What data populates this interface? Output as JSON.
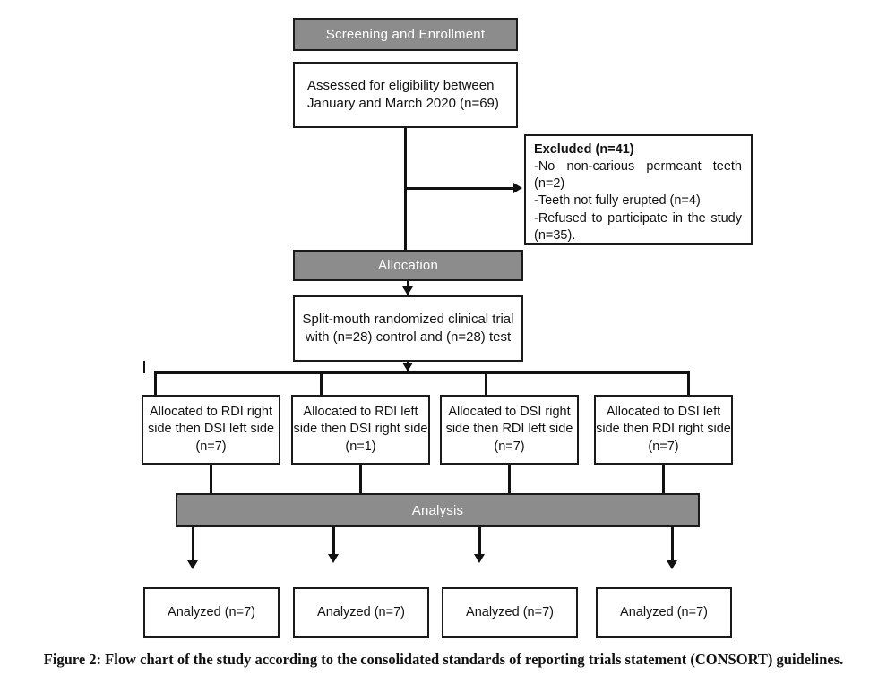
{
  "figure": {
    "caption": "Figure 2: Flow chart of the study according to the consolidated standards of reporting trials statement (CONSORT) guidelines.",
    "colors": {
      "band_fill": "#8c8c8c",
      "band_text": "#ffffff",
      "line": "#111111",
      "box_border": "#1a1a1a",
      "box_fill": "#ffffff"
    }
  },
  "bands": {
    "screening": "Screening and Enrollment",
    "allocation": "Allocation",
    "analysis": "Analysis"
  },
  "boxes": {
    "eligibility": "Assessed for eligibility between January and March 2020 (n=69)",
    "excluded": {
      "heading": "Excluded (n=41)",
      "reasons": [
        "-No non-carious permeant teeth (n=2)",
        "-Teeth not fully erupted (n=4)",
        "-Refused to participate in the study (n=35)."
      ]
    },
    "split_mouth": "Split-mouth randomized clinical trial with (n=28) control and (n=28) test"
  },
  "allocation_arms": [
    {
      "label": "Allocated to RDI right side then DSI left side (n=7)",
      "n": 7
    },
    {
      "label": "Allocated to RDI left side then DSI right side (n=1)",
      "n": 1
    },
    {
      "label": "Allocated to DSI right side then RDI left side (n=7)",
      "n": 7
    },
    {
      "label": "Allocated to DSI left side then RDI right side (n=7)",
      "n": 7
    }
  ],
  "analyzed_arms": [
    {
      "label": "Analyzed (n=7)",
      "n": 7
    },
    {
      "label": "Analyzed (n=7)",
      "n": 7
    },
    {
      "label": "Analyzed (n=7)",
      "n": 7
    },
    {
      "label": "Analyzed (n=7)",
      "n": 7
    }
  ]
}
